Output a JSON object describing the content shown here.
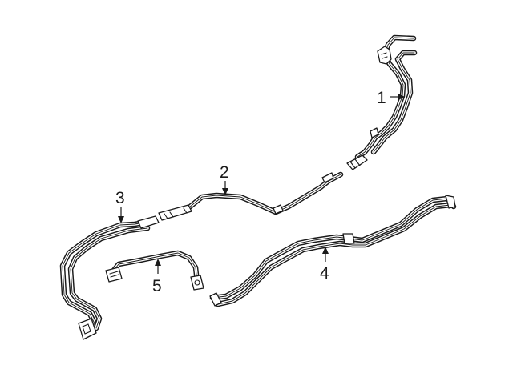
{
  "colors": {
    "line": "#1a1a1a",
    "background": "#ffffff"
  },
  "callouts": [
    {
      "id": "1",
      "label": "1"
    },
    {
      "id": "2",
      "label": "2"
    },
    {
      "id": "3",
      "label": "3"
    },
    {
      "id": "4",
      "label": "4"
    },
    {
      "id": "5",
      "label": "5"
    }
  ]
}
